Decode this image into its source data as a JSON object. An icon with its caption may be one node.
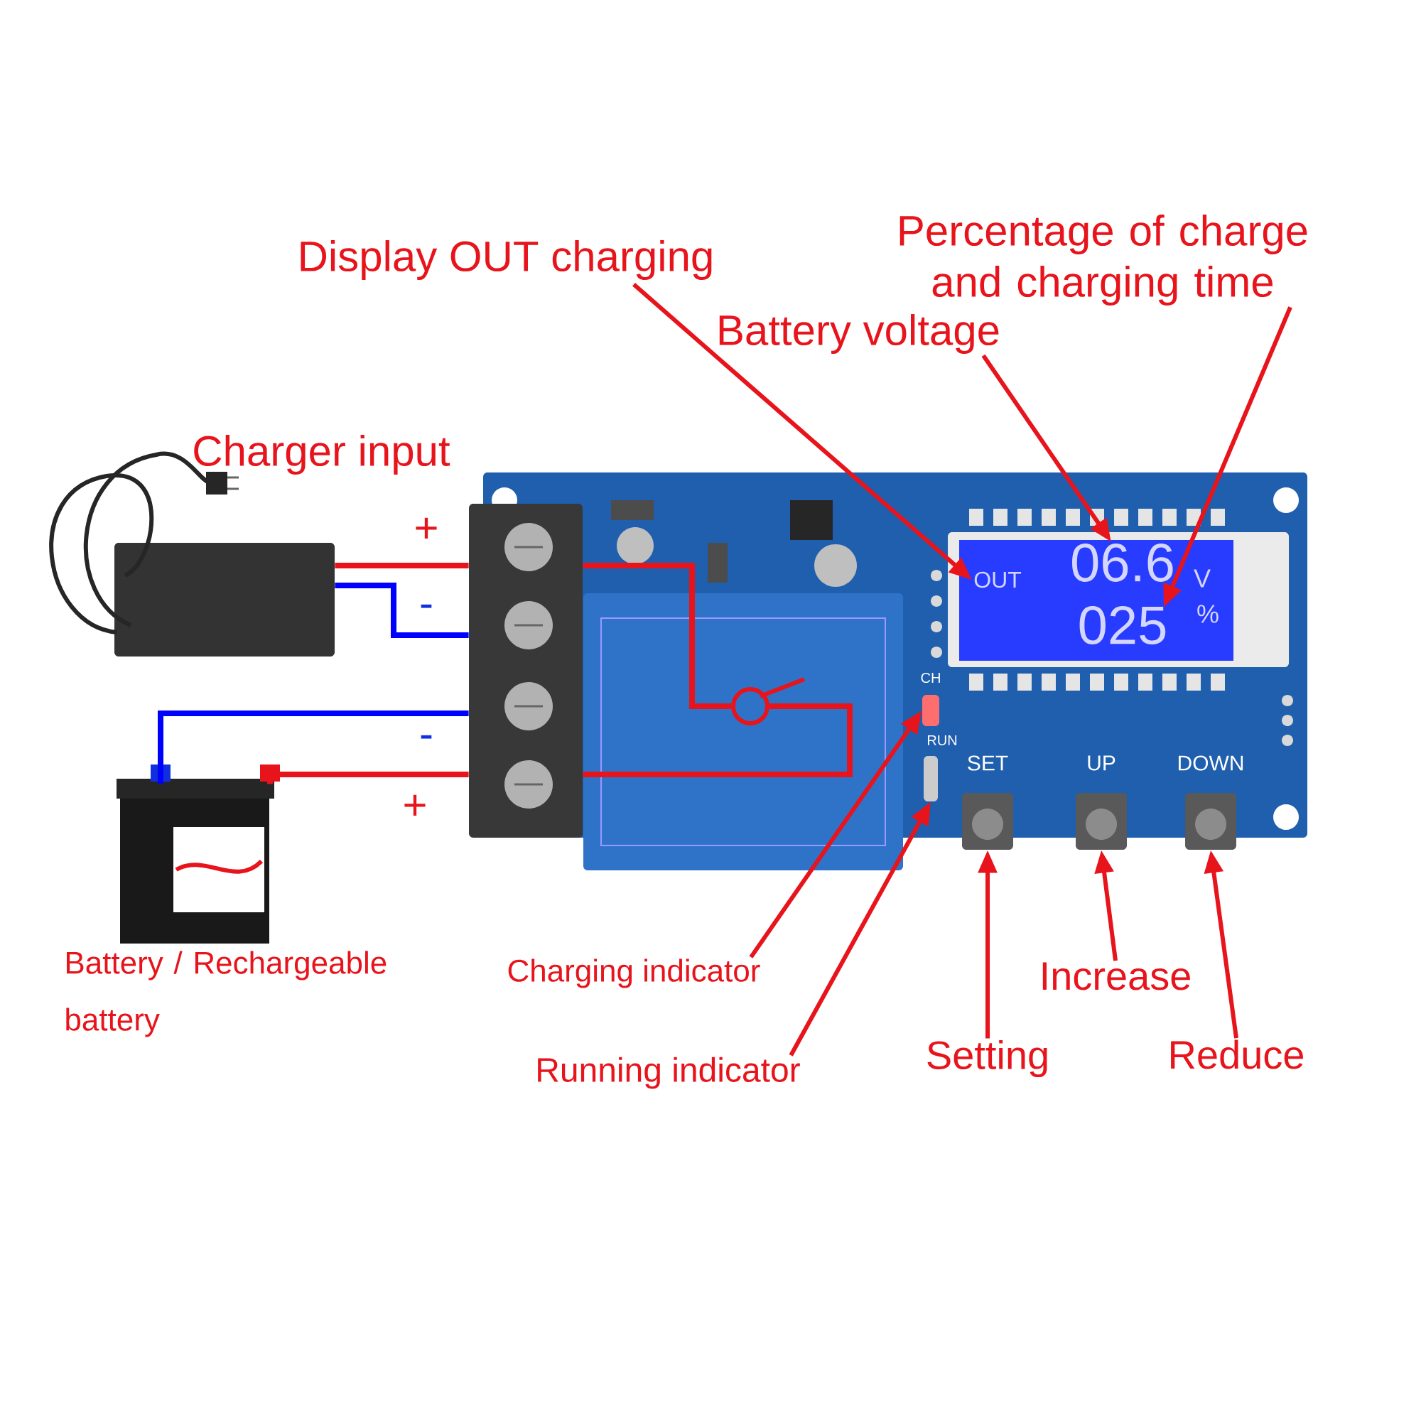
{
  "diagram": {
    "nodes": [
      {
        "text": [
          "Display OUT charging"
        ]
      },
      {
        "text": [
          "Percentage of charge and charging time"
        ]
      },
      {
        "text": [
          "Battery voltage"
        ]
      },
      {
        "text": [
          "Charger input"
        ]
      },
      {
        "text": [],
        "shape": "box"
      },
      {
        "text": [
          "Battery / Rechargeable battery"
        ]
      },
      {
        "text": [],
        "shape": "picture"
      },
      {
        "text": [],
        "shape": "box",
        "in": 6
      },
      {
        "text": [],
        "shape": "circle",
        "in": 7
      },
      {
        "text": [],
        "shape": "box",
        "in": 6
      },
      {
        "text": [
          "OUT"
        ],
        "in": 9
      },
      {
        "text": [
          "06.6"
        ],
        "beside": [
          "V"
        ],
        "in": 9
      },
      {
        "text": [
          "025"
        ],
        "beside": [
          "%"
        ],
        "in": 9
      },
      {
        "text": [
          "CH"
        ],
        "in": 6
      },
      {
        "text": [
          "RUN"
        ],
        "in": 6
      },
      {
        "text": [
          "SET"
        ],
        "in": 6
      },
      {
        "text": [
          "UP"
        ],
        "in": 6
      },
      {
        "text": [
          "DOWN"
        ],
        "in": 6
      },
      {
        "text": [
          "Charging indicator"
        ]
      },
      {
        "text": [
          "Running indicator"
        ]
      },
      {
        "text": [
          "Setting"
        ]
      },
      {
        "text": [
          "Increase"
        ]
      },
      {
        "text": [
          "Reduce"
        ]
      }
    ],
    "edges": [
      {
        "from": 0,
        "to": 10,
        "arrow": "to"
      },
      {
        "from": 2,
        "to": 11,
        "arrow": "to"
      },
      {
        "from": 1,
        "to": 12,
        "arrow": "to"
      },
      {
        "from": 18,
        "to": 13,
        "arrow": "to"
      },
      {
        "from": 19,
        "to": 14,
        "arrow": "to"
      },
      {
        "from": 20,
        "to": 15,
        "arrow": "to"
      },
      {
        "from": 21,
        "to": 16,
        "arrow": "to"
      },
      {
        "from": 22,
        "to": 17,
        "arrow": "to"
      },
      {
        "from": 3,
        "to": 4,
        "arrow": "none"
      },
      {
        "from": 3,
        "to": 4,
        "arrow": "none",
        "color": "#0000ff"
      },
      {
        "from": 5,
        "to": 4,
        "arrow": "none",
        "color": "#0000ff"
      },
      {
        "from": 5,
        "to": 4,
        "arrow": "none"
      },
      {
        "from": 4,
        "to": 8,
        "arrow": "none"
      },
      {
        "from": 4,
        "to": 8,
        "arrow": "none"
      }
    ],
    "labels": [
      "+",
      "-",
      "-",
      "+"
    ]
  }
}
